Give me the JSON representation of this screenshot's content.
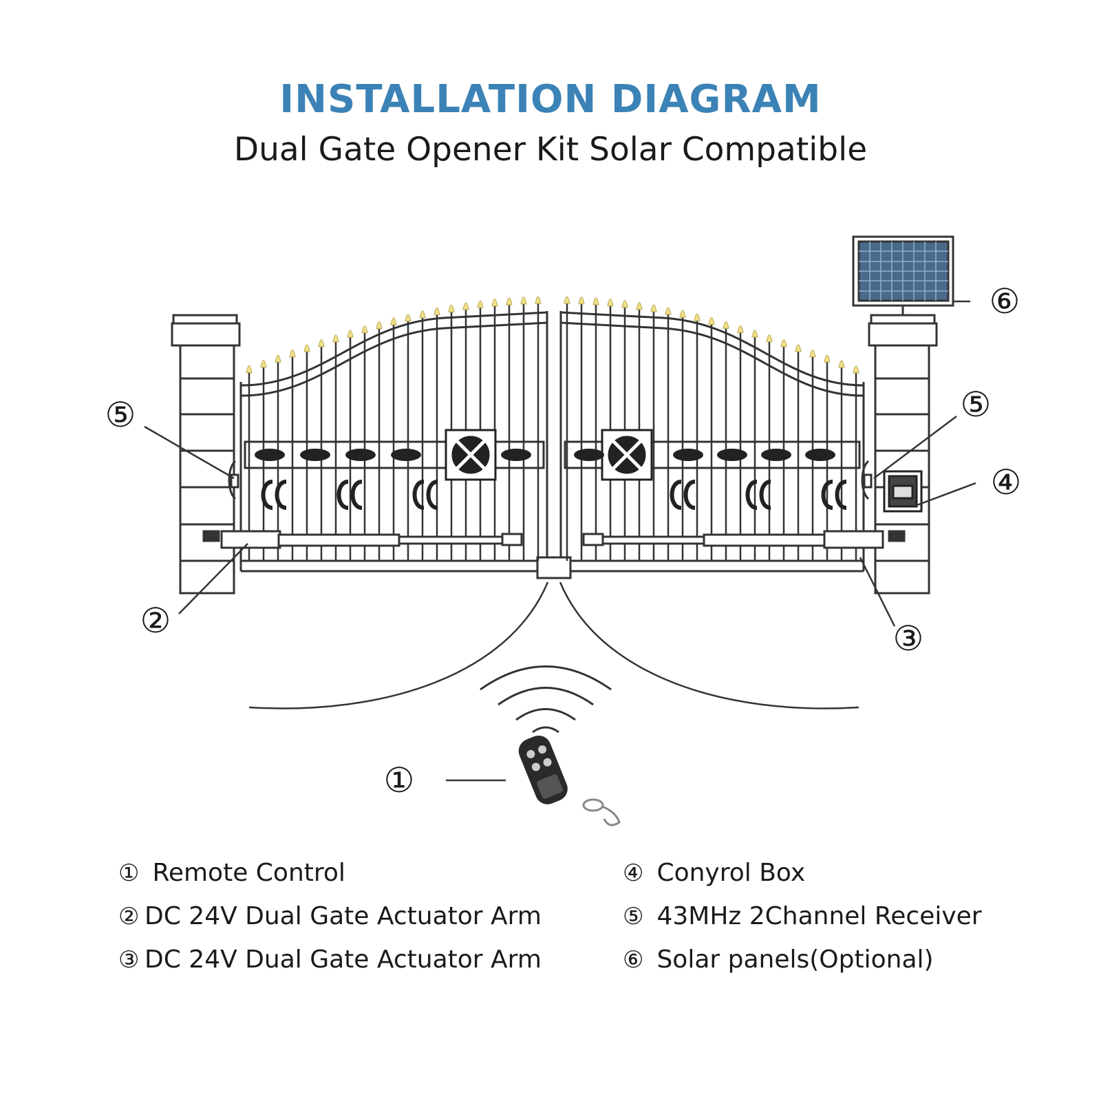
{
  "header": {
    "title": "INSTALLATION DIAGRAM",
    "subtitle": "Dual Gate Opener Kit Solar Compatible"
  },
  "callouts": {
    "c1": "①",
    "c2": "②",
    "c3": "③",
    "c4": "④",
    "c5_left": "⑤",
    "c5_right": "⑤",
    "c6": "⑥"
  },
  "legend": [
    {
      "num": "①",
      "text": " Remote  Control"
    },
    {
      "num": "②",
      "text": "DC 24V Dual Gate Actuator  Arm"
    },
    {
      "num": "③",
      "text": "DC 24V Dual Gate Actuator  Arm"
    },
    {
      "num": "④",
      "text": " Conyrol Box"
    },
    {
      "num": "⑤",
      "text": " 43MHz 2Channel Receiver"
    },
    {
      "num": "⑥",
      "text": " Solar panels(Optional)"
    }
  ],
  "colors": {
    "title": "#3b82b6",
    "line": "#333333",
    "spike": "#f1e08a",
    "panel": "#4a6a8a"
  }
}
